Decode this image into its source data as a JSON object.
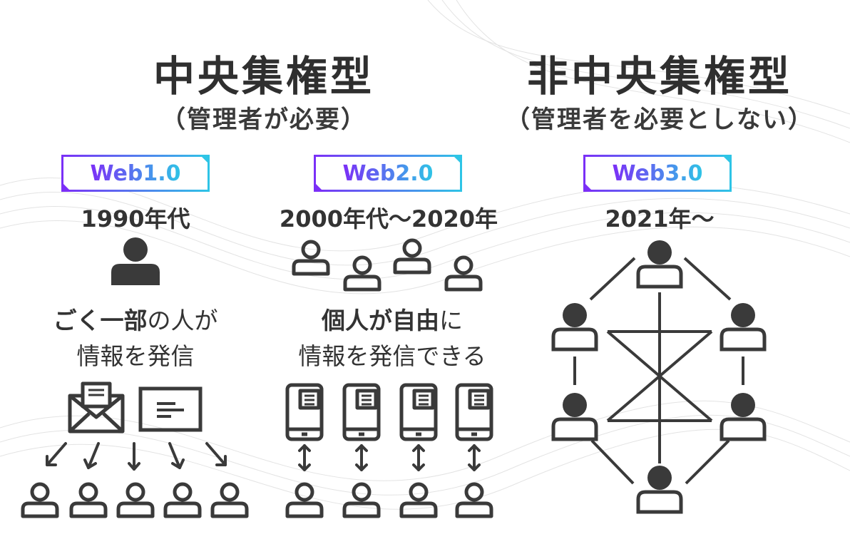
{
  "centralized": {
    "title": "中央集権型",
    "subtitle": "（管理者が必要）"
  },
  "decentralized": {
    "title": "非中央集権型",
    "subtitle": "（管理者を必要としない）"
  },
  "columns": [
    {
      "badge": "Web1.0",
      "era": "1990年代",
      "desc_line1_bold": "ごく一部",
      "desc_line1_rest": "の人が",
      "desc_line2": "情報を発信"
    },
    {
      "badge": "Web2.0",
      "era": "2000年代〜2020年",
      "desc_line1_bold": "個人が自由",
      "desc_line1_rest": "に",
      "desc_line2": "情報を発信できる"
    },
    {
      "badge": "Web3.0",
      "era": "2021年〜"
    }
  ],
  "colors": {
    "icon": "#3a3a3a",
    "badge_gradient_start": "#7b2ff7",
    "badge_gradient_end": "#2ec5e6"
  },
  "icons": [
    "person-icon",
    "envelope-icon",
    "message-card-icon",
    "smartphone-icon",
    "arrow-down-icon",
    "double-arrow-icon"
  ]
}
